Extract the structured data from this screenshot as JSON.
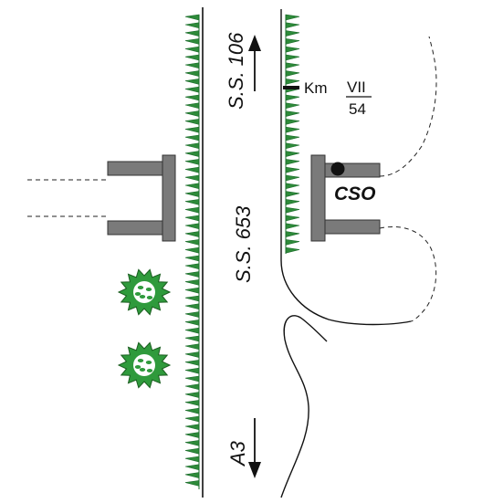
{
  "colors": {
    "background": "#ffffff",
    "road_edge": "#111111",
    "embankment": "#2e8b3a",
    "embankment_dark": "#1a6b2a",
    "structure_fill": "#7a7a7a",
    "structure_stroke": "#333333",
    "tree_fill": "#2f9a3c",
    "tree_stroke": "#1b5e20",
    "marker": "#111111"
  },
  "roads": {
    "north_label": "S.S. 106",
    "center_label": "S.S. 653",
    "south_label": "A3"
  },
  "kilometre_marker": {
    "prefix": "Km",
    "numerator": "VII",
    "denominator": "54"
  },
  "site": {
    "label": "CSO"
  },
  "icons": {
    "north_arrow": "arrow-up-icon",
    "south_arrow": "arrow-down-icon",
    "site_marker": "filled-circle-icon",
    "trees": "tree-icon"
  }
}
